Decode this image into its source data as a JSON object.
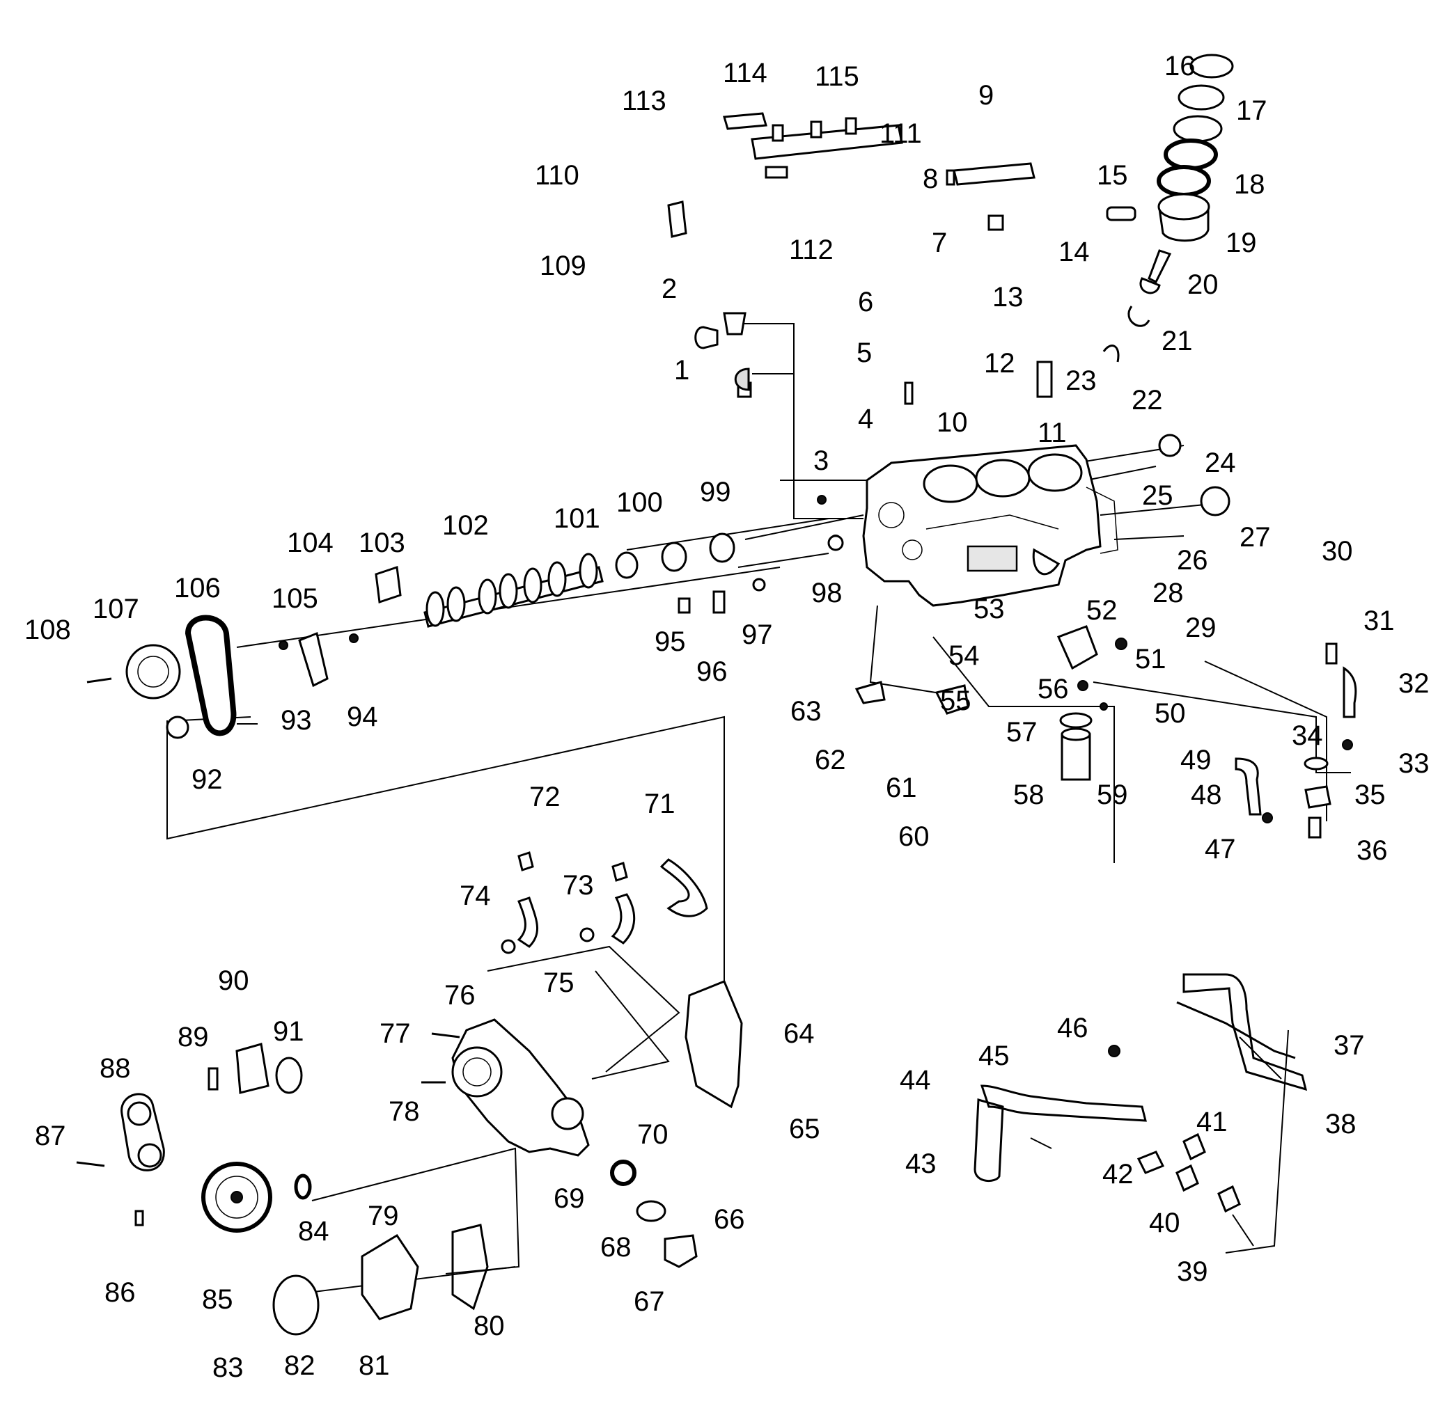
{
  "colors": {
    "ink": "#000000",
    "paper": "#ffffff",
    "shade": "#e6e6e6"
  },
  "labels": [
    "1",
    "2",
    "3",
    "4",
    "5",
    "6",
    "7",
    "8",
    "9",
    "10",
    "11",
    "12",
    "13",
    "14",
    "15",
    "16",
    "17",
    "18",
    "19",
    "20",
    "21",
    "22",
    "23",
    "24",
    "25",
    "26",
    "27",
    "28",
    "29",
    "30",
    "31",
    "32",
    "33",
    "34",
    "35",
    "36",
    "37",
    "38",
    "39",
    "40",
    "41",
    "42",
    "43",
    "44",
    "45",
    "46",
    "47",
    "48",
    "49",
    "50",
    "51",
    "52",
    "53",
    "54",
    "55",
    "56",
    "57",
    "58",
    "59",
    "60",
    "61",
    "62",
    "63",
    "64",
    "65",
    "66",
    "67",
    "68",
    "69",
    "70",
    "71",
    "72",
    "73",
    "74",
    "75",
    "76",
    "77",
    "78",
    "79",
    "80",
    "81",
    "82",
    "83",
    "84",
    "85",
    "86",
    "87",
    "88",
    "89",
    "90",
    "91",
    "92",
    "93",
    "94",
    "95",
    "96",
    "97",
    "98",
    "99",
    "100",
    "101",
    "102",
    "103",
    "104",
    "105",
    "106",
    "107",
    "108",
    "109",
    "110",
    "111",
    "112",
    "113",
    "114",
    "115"
  ]
}
